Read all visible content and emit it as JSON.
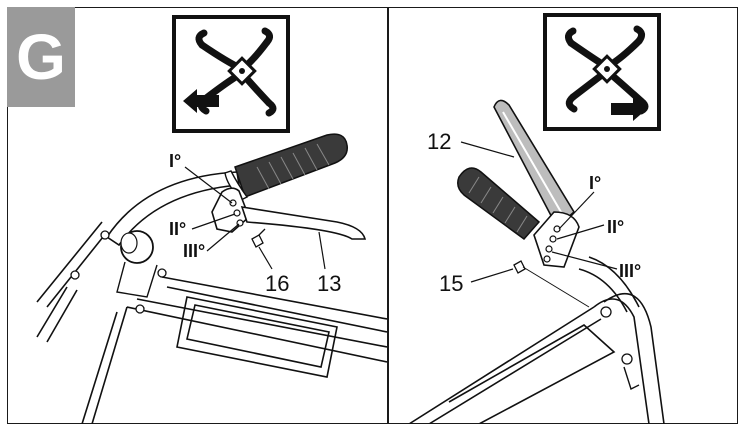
{
  "badge": {
    "letter": "G",
    "color": "#9a9a9a"
  },
  "left_panel": {
    "symbol_icon": "tiller-tines-reverse-icon",
    "positions": [
      "I°",
      "II°",
      "III°"
    ],
    "callouts": [
      "16",
      "13"
    ]
  },
  "right_panel": {
    "symbol_icon": "tiller-tines-forward-icon",
    "positions": [
      "I°",
      "II°",
      "III°"
    ],
    "callouts": [
      "12",
      "15"
    ]
  },
  "colors": {
    "line": "#111111",
    "grip": "#3a3a3a",
    "grip_light": "#e8e8e8"
  }
}
